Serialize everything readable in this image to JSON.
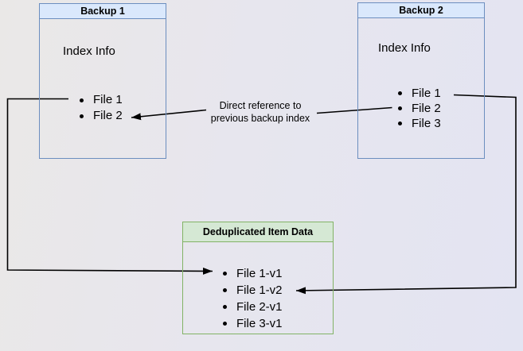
{
  "colors": {
    "bg_left": "#eae8e7",
    "bg_mid": "#e7e6ee",
    "bg_right": "#e3e4f2",
    "blue_fill": "#dae8fc",
    "blue_stroke": "#6c8ebf",
    "green_fill": "#d5e8d4",
    "green_stroke": "#82b366",
    "line": "#000000",
    "text": "#000000"
  },
  "boxes": {
    "backup1": {
      "title": "Backup 1",
      "label": "Index Info",
      "items": [
        "File 1",
        "File 2"
      ]
    },
    "backup2": {
      "title": "Backup 2",
      "label": "Index Info",
      "items": [
        "File 1",
        "File 2",
        "File 3"
      ]
    },
    "dedup": {
      "title": "Deduplicated Item Data",
      "items": [
        "File 1-v1",
        "File 1-v2",
        "File 2-v1",
        "File 3-v1"
      ]
    }
  },
  "edge_label": {
    "line1": "Direct reference to",
    "line2": "previous backup index"
  }
}
